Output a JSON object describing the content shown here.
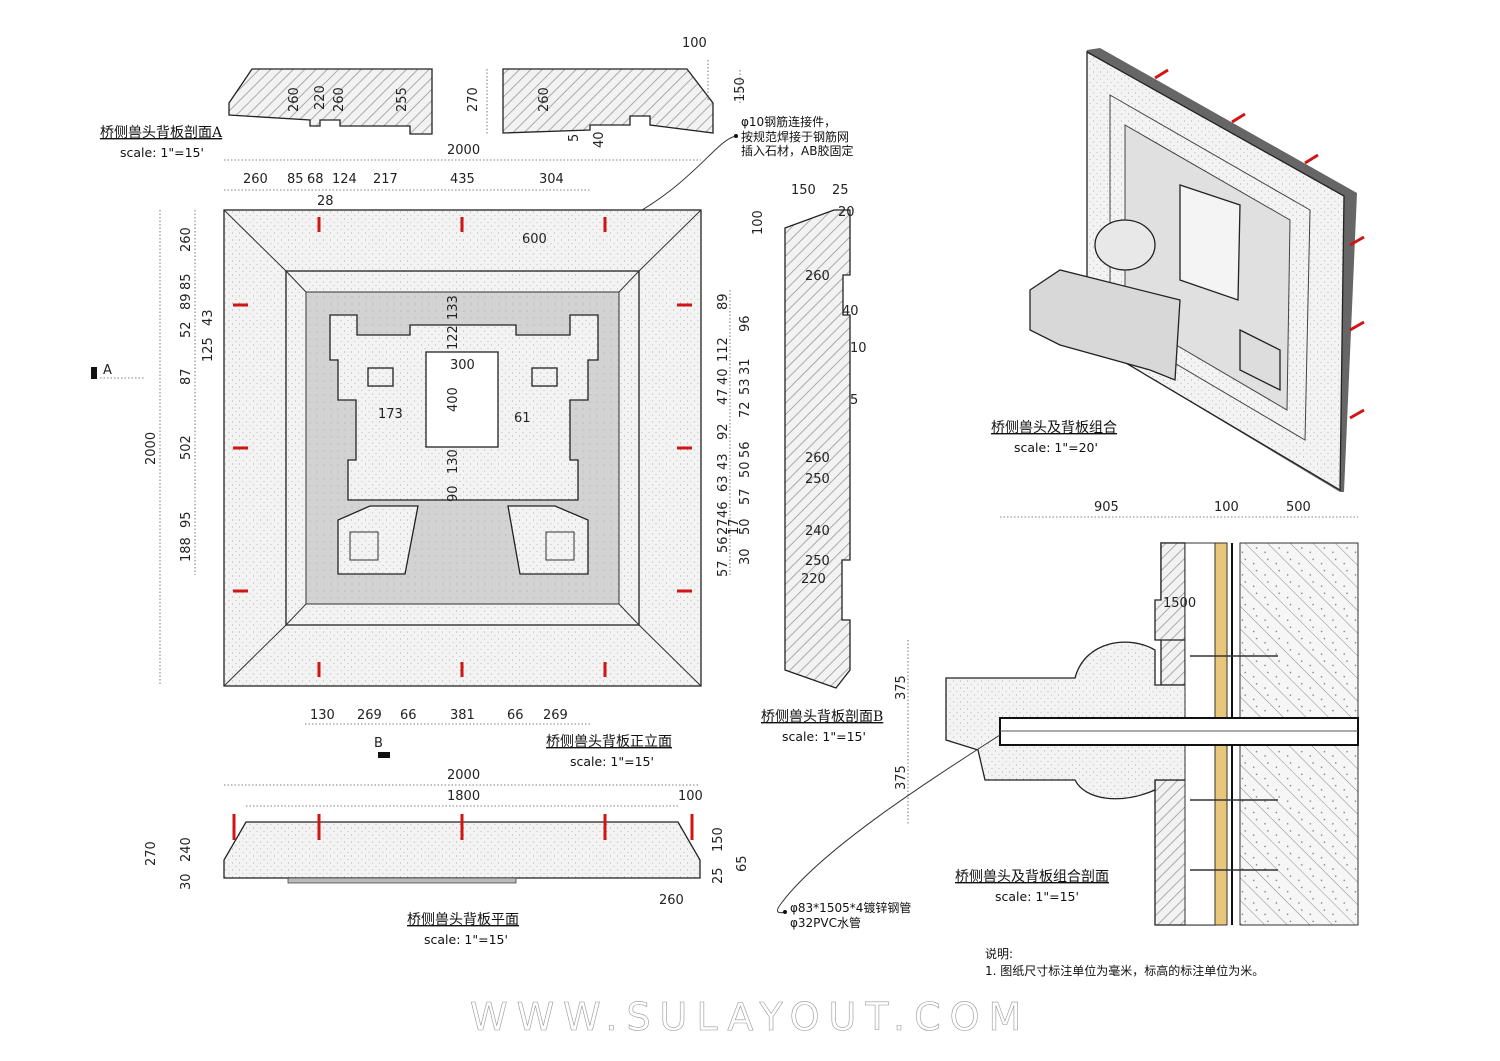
{
  "titles": {
    "section_a": "桥侧兽头背板剖面A",
    "elevation": "桥侧兽头背板正立面",
    "section_b": "桥侧兽头背板剖面B",
    "plan": "桥侧兽头背板平面",
    "assembly": "桥侧兽头及背板组合",
    "assembly_section": "桥侧兽头及背板组合剖面"
  },
  "scales": {
    "s15": "scale: 1\"=15'",
    "s20": "scale: 1\"=20'"
  },
  "callouts": {
    "rebar": [
      "φ10钢筋连接件，",
      "按规范焊接于钢筋网",
      "插入石材，AB胶固定"
    ],
    "pipe": [
      "φ83*1505*4镀锌钢管",
      "φ32PVC水管"
    ]
  },
  "markers": {
    "a": "A",
    "b": "B"
  },
  "notes": {
    "heading": "说明:",
    "item1": "1. 图纸尺寸标注单位为毫米，标高的标注单位为米。"
  },
  "watermark": "WWW.SULAYOUT.COM",
  "dims": {
    "sec_a": [
      "260",
      "220",
      "260",
      "255",
      "270",
      "260",
      "100",
      "150",
      "5",
      "40"
    ],
    "elev_top": [
      "2000",
      "260",
      "85",
      "68",
      "124",
      "217",
      "435",
      "304",
      "28",
      "600"
    ],
    "elev_left": [
      "2000",
      "260",
      "85",
      "89",
      "52",
      "43",
      "125",
      "87",
      "502",
      "95",
      "188"
    ],
    "elev_inner": [
      "133",
      "122",
      "300",
      "400",
      "173",
      "61",
      "130",
      "90"
    ],
    "elev_right": [
      "89",
      "96",
      "112",
      "40",
      "31",
      "53",
      "47",
      "72",
      "92",
      "56",
      "43",
      "50",
      "63",
      "57",
      "46",
      "27",
      "56",
      "17",
      "50",
      "57",
      "30"
    ],
    "elev_bottom": [
      "130",
      "269",
      "66",
      "381",
      "66",
      "269"
    ],
    "sec_b": [
      "150",
      "25",
      "20",
      "100",
      "260",
      "40",
      "10",
      "5",
      "260",
      "250",
      "240",
      "250",
      "220"
    ],
    "plan": [
      "2000",
      "1800",
      "100",
      "270",
      "240",
      "30",
      "150",
      "25",
      "65",
      "260"
    ],
    "assembly_sec": [
      "905",
      "100",
      "500",
      "1500",
      "375",
      "375"
    ]
  },
  "colors": {
    "rebar": "#d01515",
    "mortar": "#e9c77a",
    "inner_panel": "#d3d3d3"
  }
}
